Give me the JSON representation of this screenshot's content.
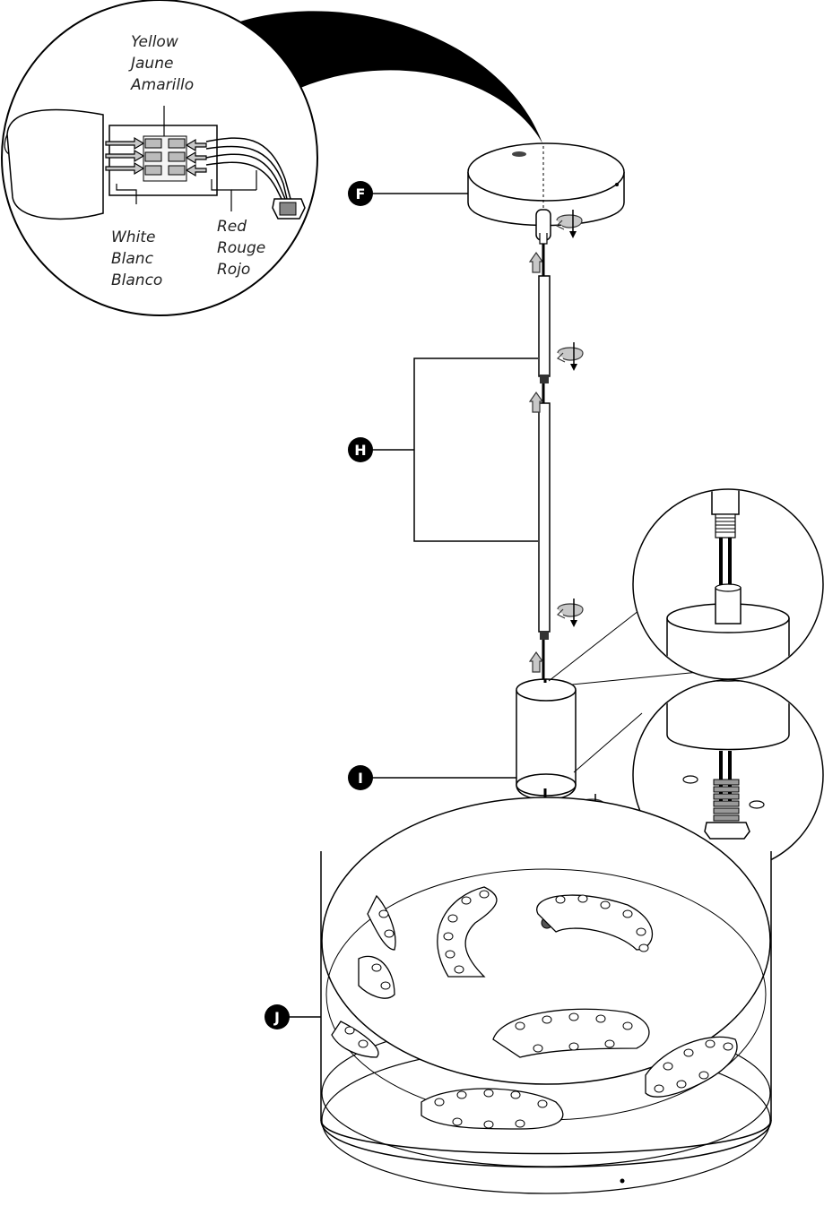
{
  "callouts": {
    "f": "F",
    "h": "H",
    "i": "I",
    "j": "J"
  },
  "wire_labels": {
    "yellow": [
      "Yellow",
      "Jaune",
      "Amarillo"
    ],
    "white": [
      "White",
      "Blanc",
      "Blanco"
    ],
    "red": [
      "Red",
      "Rouge",
      "Rojo"
    ]
  },
  "colors": {
    "line": "#000000",
    "arrow_gray": "#999999",
    "callout_fill": "#000000"
  }
}
